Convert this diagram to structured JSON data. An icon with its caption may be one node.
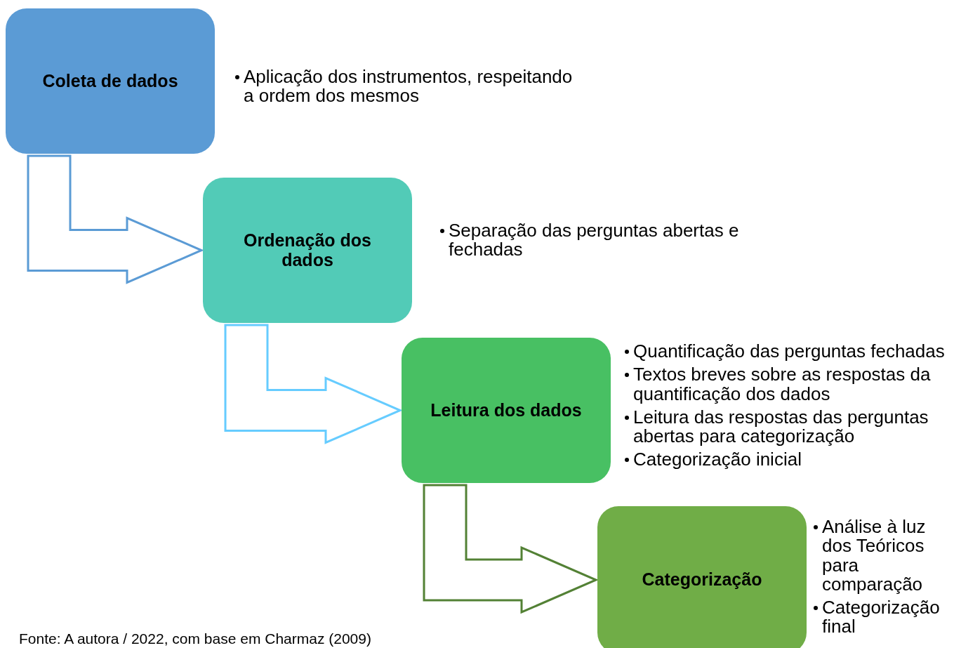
{
  "diagram": {
    "caption": "Fonte: A autora / 2022, com base em Charmaz (2009)",
    "nodes": [
      {
        "text": [
          "Coleta de dados"
        ],
        "beside": [
          "Aplicação dos instrumentos, respeitando a ordem dos mesmos"
        ]
      },
      {
        "text": [
          "Ordenação dos dados"
        ],
        "beside": [
          "Separação das perguntas abertas e fechadas"
        ]
      },
      {
        "text": [
          "Leitura dos dados"
        ],
        "beside": [
          "Quantificação das perguntas fechadas",
          "Textos  breves sobre as respostas da quantificação dos dados",
          "Leitura das respostas das perguntas abertas para categorização",
          "Categorização inicial"
        ]
      },
      {
        "text": [
          "Categorização"
        ],
        "beside": [
          "Análise à luz dos Teóricos para comparação",
          "Categorização final"
        ]
      }
    ],
    "edges": [
      {
        "from": 0,
        "to": 1,
        "arrow": "to",
        "color": "#5b9bd5"
      },
      {
        "from": 1,
        "to": 2,
        "arrow": "to",
        "color": "#66ccff"
      },
      {
        "from": 2,
        "to": 3,
        "arrow": "to",
        "color": "#538135"
      }
    ]
  }
}
